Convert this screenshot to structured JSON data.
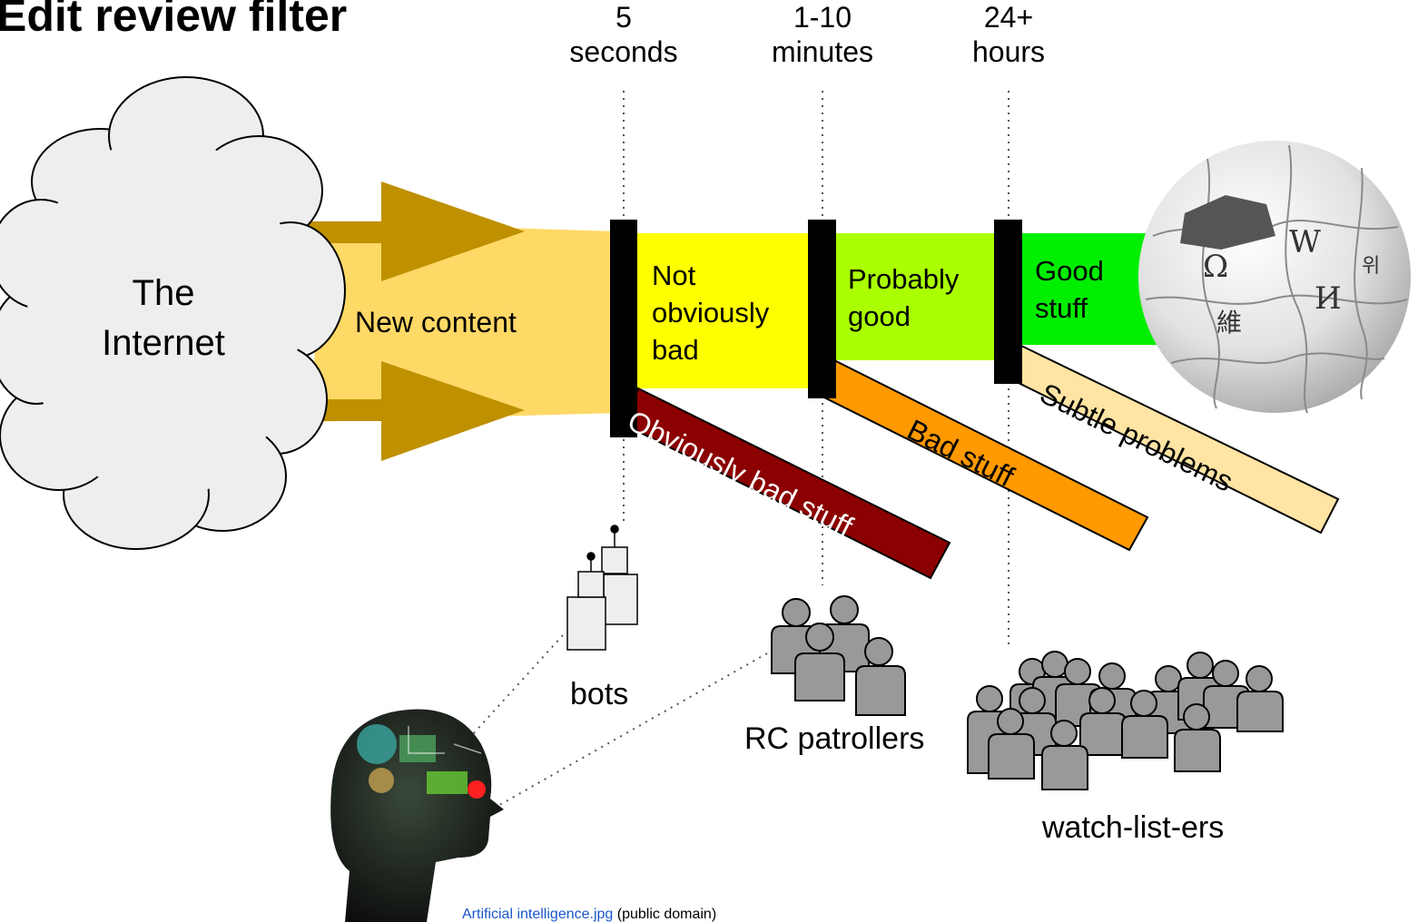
{
  "title": "Edit review filter",
  "timeline": [
    {
      "amount": "5",
      "unit": "seconds"
    },
    {
      "amount": "1-10",
      "unit": "minutes"
    },
    {
      "amount": "24+",
      "unit": "hours"
    }
  ],
  "source": {
    "label_line1": "The",
    "label_line2": "Internet"
  },
  "stream_label": "New content",
  "stages": [
    {
      "line1": "Not",
      "line2": "obviously",
      "line3": "bad",
      "color": "#ffff00"
    },
    {
      "line1": "Probably",
      "line2": "good",
      "color": "#aaff00"
    },
    {
      "line1": "Good",
      "line2": "stuff",
      "color": "#00ee00"
    }
  ],
  "rejects": [
    {
      "label": "Obviously bad stuff",
      "color": "#8b0000",
      "text_color": "#ffffff"
    },
    {
      "label": "Bad stuff",
      "color": "#ff9900",
      "text_color": "#000000"
    },
    {
      "label": "Subtle problems",
      "color": "#ffe4a3",
      "text_color": "#000000"
    }
  ],
  "actors": {
    "bots": "bots",
    "patrollers": "RC patrollers",
    "watchers": "watch-list-ers"
  },
  "icons": {
    "source": "cloud-icon",
    "destination": "wikipedia-globe-icon",
    "bots": "robot-icon",
    "people": "person-icon",
    "ai": "artificial-intelligence-head-image"
  },
  "colors": {
    "arrow": "#bf9000",
    "stream": "#ffd966",
    "gate": "#000000",
    "person": "#999999"
  },
  "credit": {
    "link_text": "Artificial intelligence.jpg",
    "note": "(public domain)"
  }
}
